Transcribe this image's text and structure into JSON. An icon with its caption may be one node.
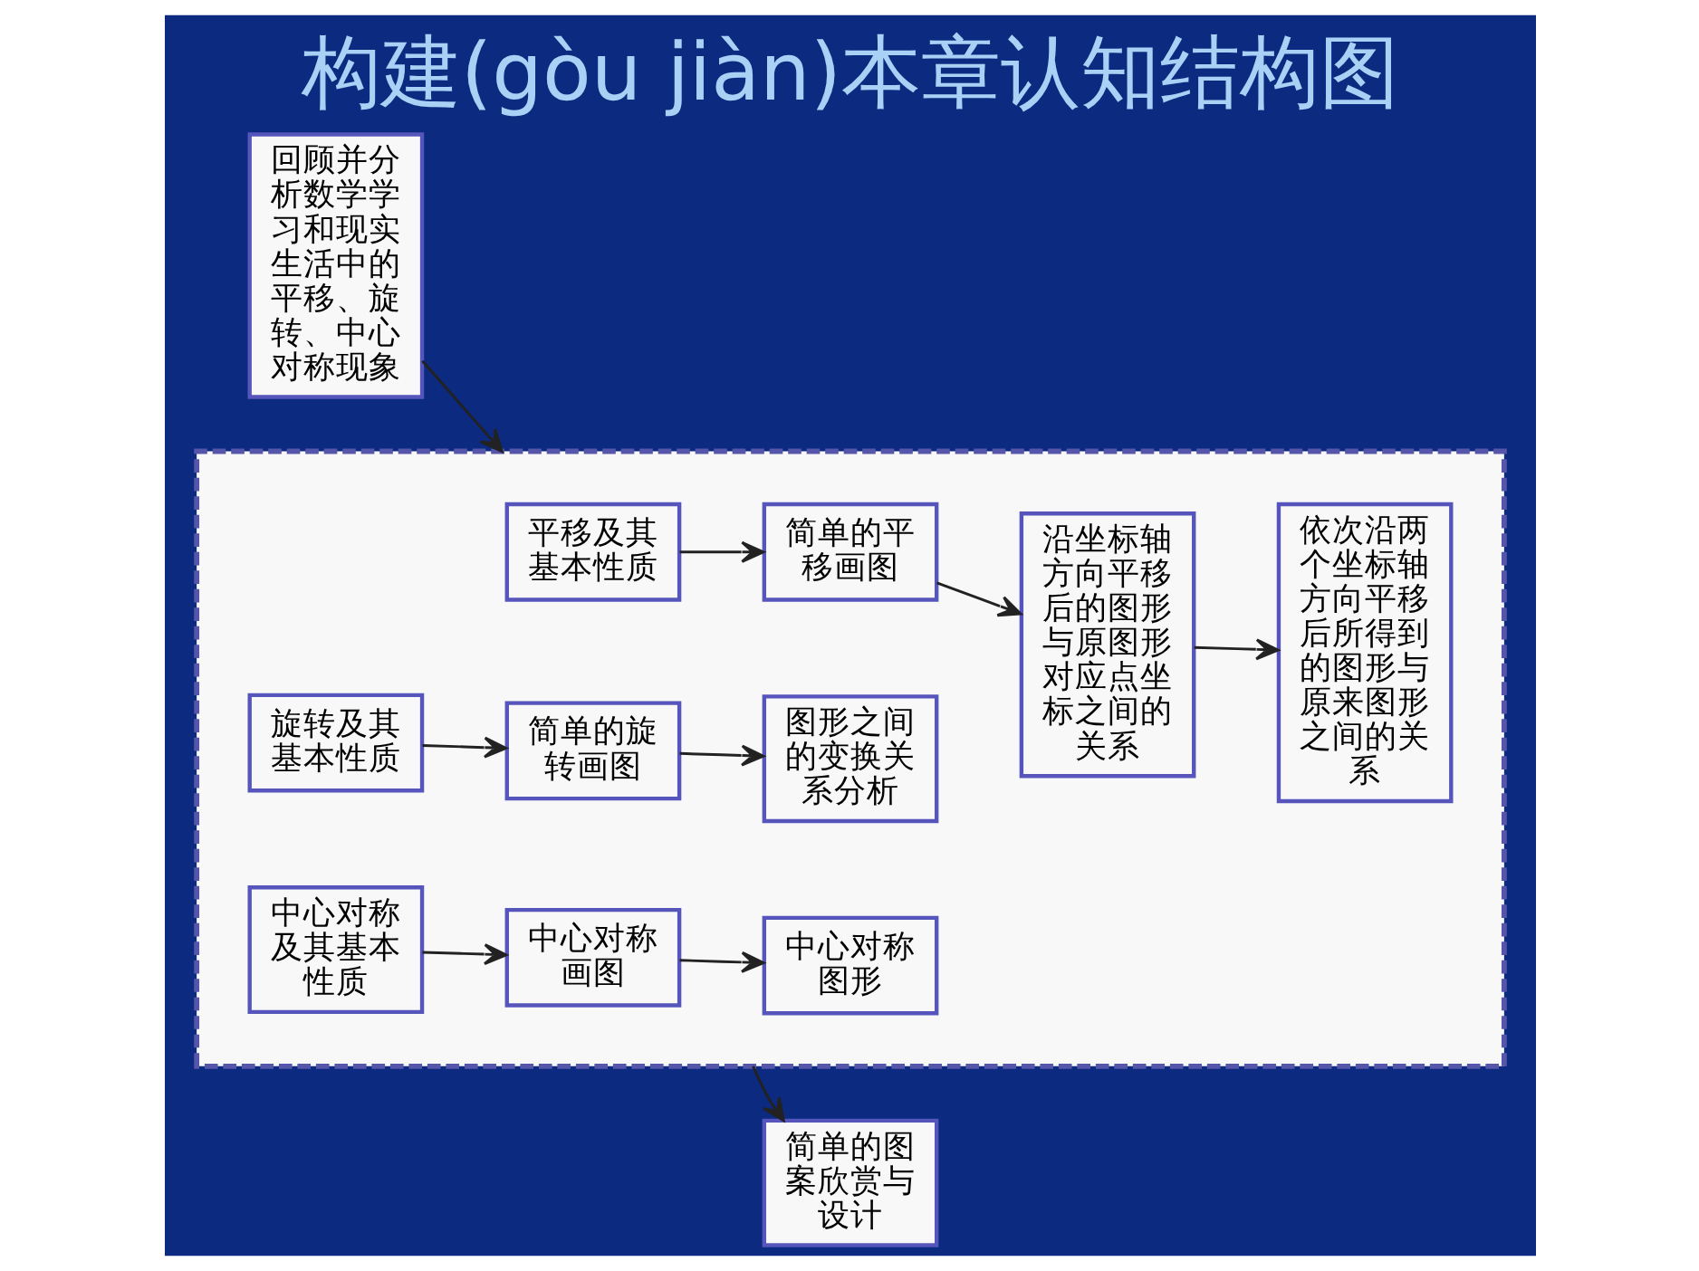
{
  "diagram": {
    "title": "构建(gòu jiàn)本章认知结构图",
    "nodes": [
      {
        "text": [
          "回顾并分析数学学习和现实生活中的平移、旋转、中心对称现象"
        ]
      },
      {
        "text": [],
        "shape": "box"
      },
      {
        "text": [
          "平移及其基本性质"
        ],
        "in": 1
      },
      {
        "text": [
          "简单的平移画图"
        ],
        "in": 1
      },
      {
        "text": [
          "沿坐标轴方向平移后的图形与原图形对应点坐标之间的关系"
        ],
        "in": 1
      },
      {
        "text": [
          "依次沿两个坐标轴方向平移后所得到的图形与原来图形之间的关系"
        ],
        "in": 1
      },
      {
        "text": [
          "旋转及其基本性质"
        ],
        "in": 1
      },
      {
        "text": [
          "简单的旋转画图"
        ],
        "in": 1
      },
      {
        "text": [
          "图形之间的变换关系分析"
        ],
        "in": 1
      },
      {
        "text": [
          "中心对称及其基本性质"
        ],
        "in": 1
      },
      {
        "text": [
          "中心对称画图"
        ],
        "in": 1
      },
      {
        "text": [
          "中心对称图形"
        ],
        "in": 1
      },
      {
        "text": [
          "简单的图案欣赏与设计"
        ]
      }
    ],
    "edges": [
      {
        "from": 0,
        "to": 1,
        "arrow": "to"
      },
      {
        "from": 2,
        "to": 3,
        "arrow": "to"
      },
      {
        "from": 3,
        "to": 4,
        "arrow": "to"
      },
      {
        "from": 4,
        "to": 5,
        "arrow": "to"
      },
      {
        "from": 6,
        "to": 7,
        "arrow": "to"
      },
      {
        "from": 7,
        "to": 8,
        "arrow": "to"
      },
      {
        "from": 9,
        "to": 10,
        "arrow": "to"
      },
      {
        "from": 10,
        "to": 11,
        "arrow": "to"
      },
      {
        "from": 1,
        "to": 12,
        "arrow": "to"
      }
    ]
  }
}
